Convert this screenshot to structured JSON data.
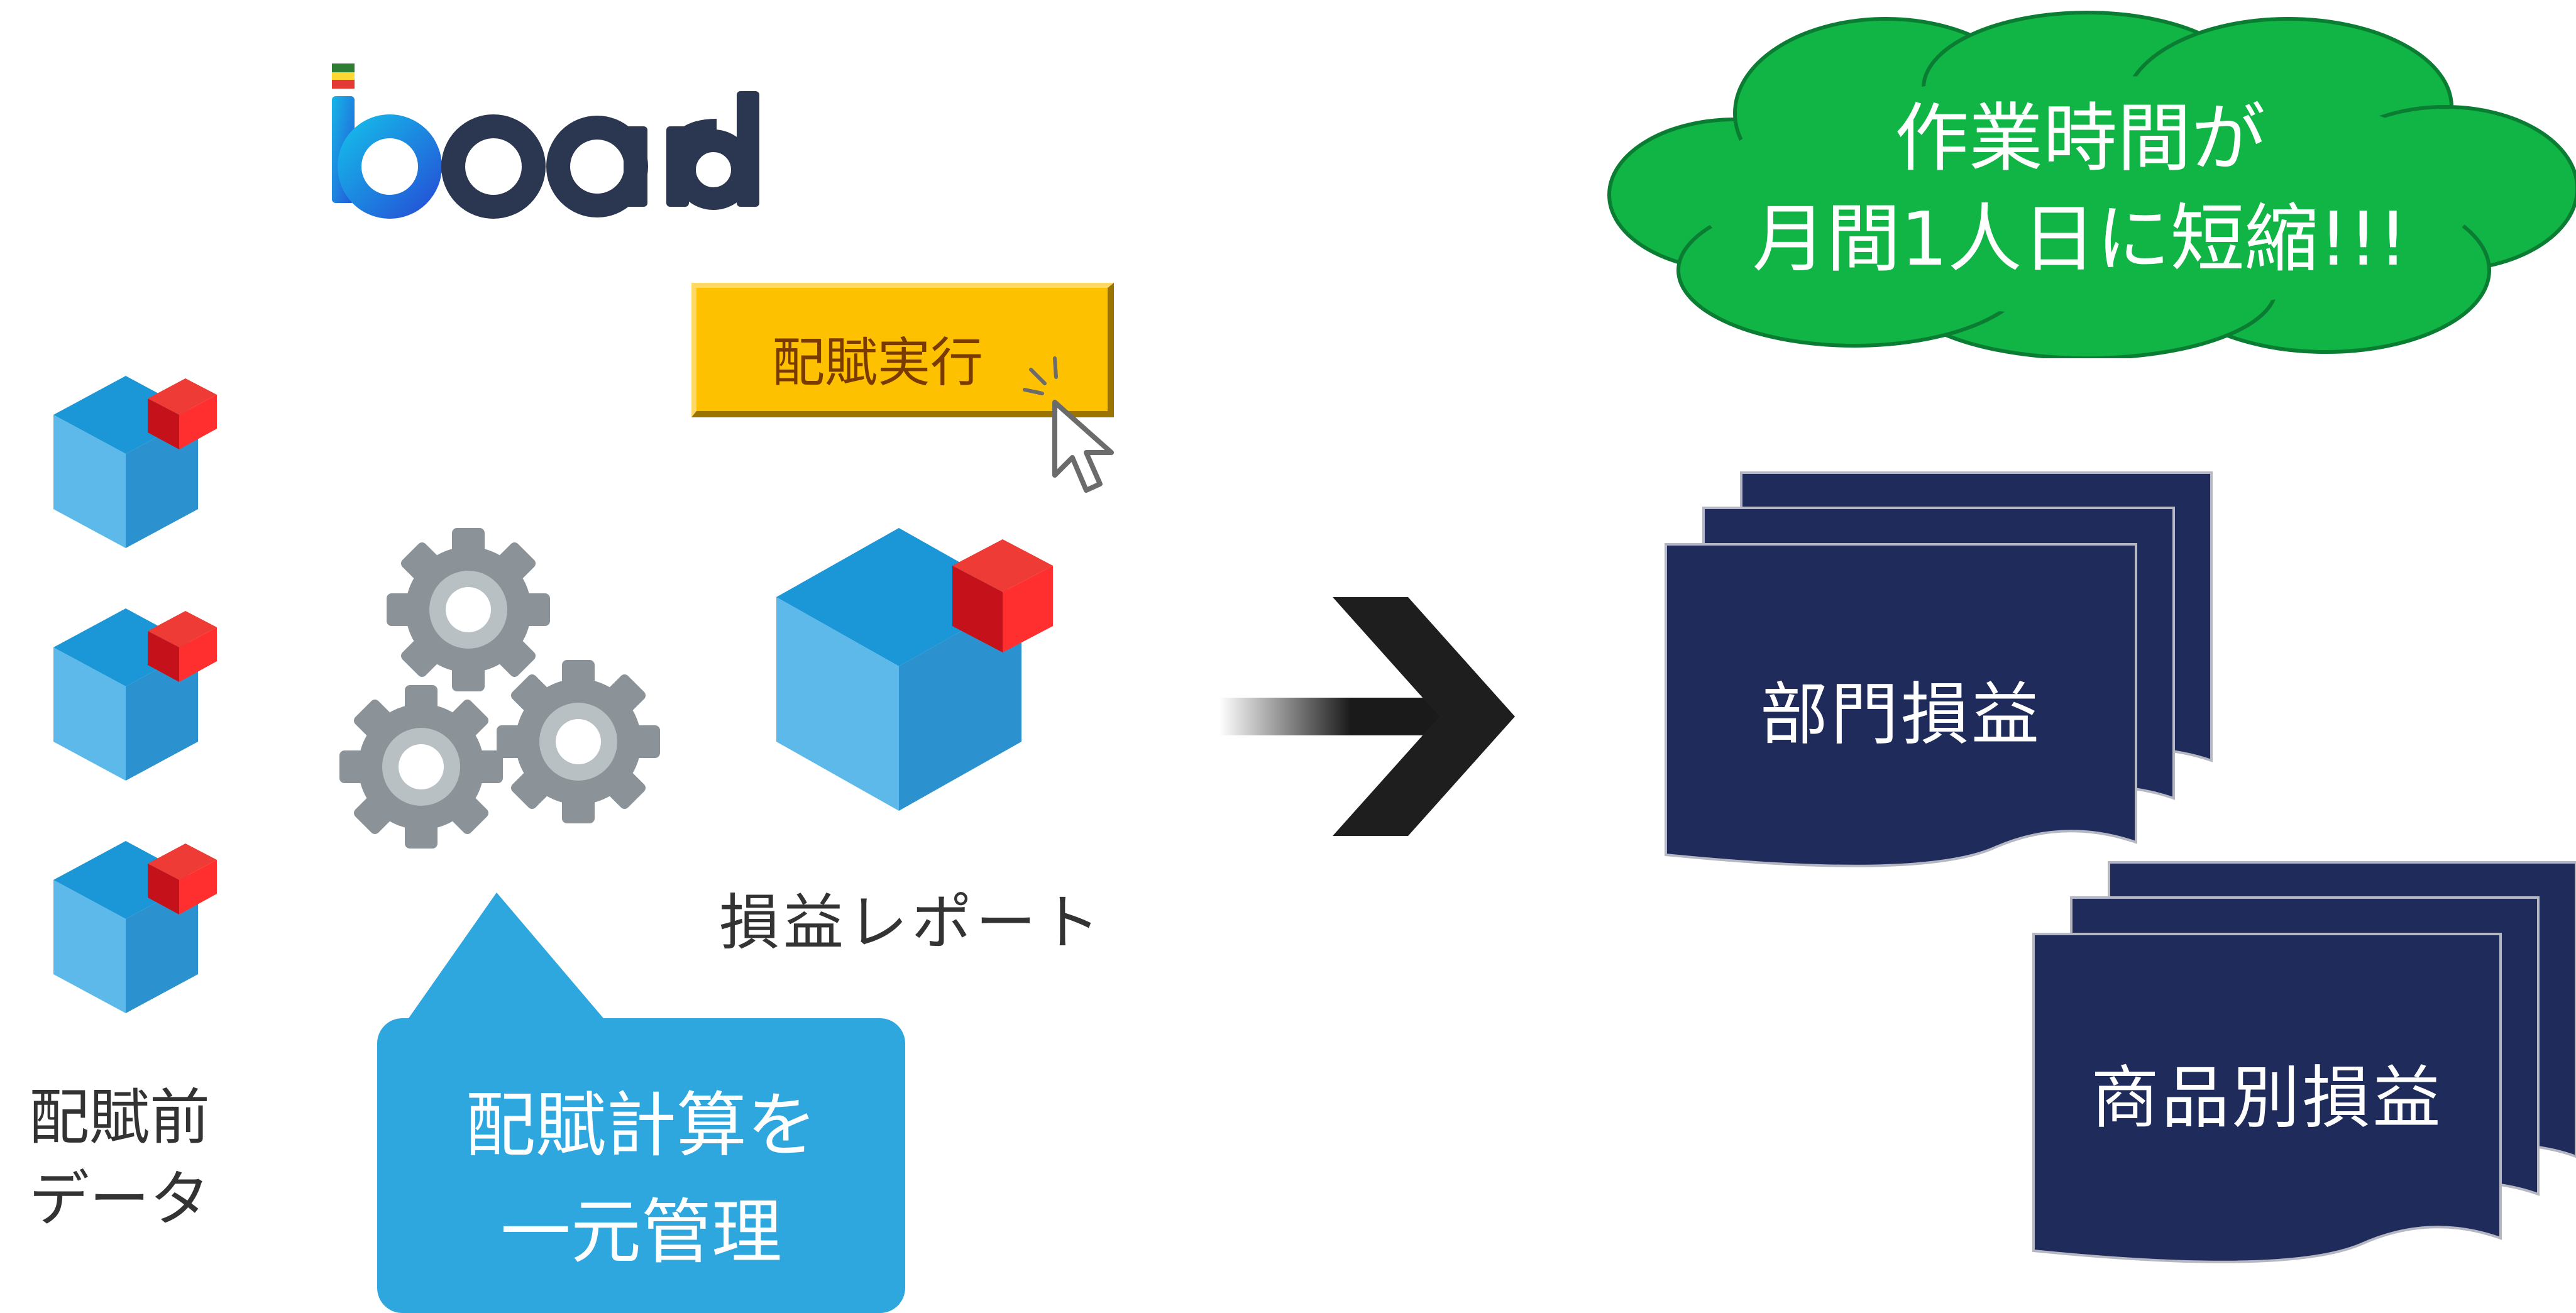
{
  "logo": {
    "text": "board",
    "colors": {
      "text": "#2b3650",
      "o1_gradient": [
        "#1aa6e0",
        "#1f5fd6"
      ],
      "bar": [
        "#2e7d32",
        "#fdd835",
        "#e53935"
      ]
    }
  },
  "cloud": {
    "line1": "作業時間が",
    "line2": "月間1人日に短縮!!!",
    "color": "#10b545",
    "stroke": "#0b7d33"
  },
  "execute_button": {
    "label": "配賦実行",
    "color": "#fec100",
    "text_color": "#7a3b00"
  },
  "left_data": {
    "line1": "配賦前",
    "line2": "データ",
    "icon": "board-cube-icon"
  },
  "gears": {
    "icon": "gears-icon",
    "color": "#8c9398"
  },
  "report": {
    "label": "損益レポート",
    "icon": "board-cube-icon"
  },
  "callout": {
    "line1": "配賦計算を",
    "line2": "一元管理",
    "color": "#2ea7df"
  },
  "arrow": {
    "icon": "right-arrow-icon"
  },
  "docs": [
    {
      "label": "部門損益",
      "color": "#1f2b5a"
    },
    {
      "label": "商品別損益",
      "color": "#1f2b5a"
    }
  ]
}
